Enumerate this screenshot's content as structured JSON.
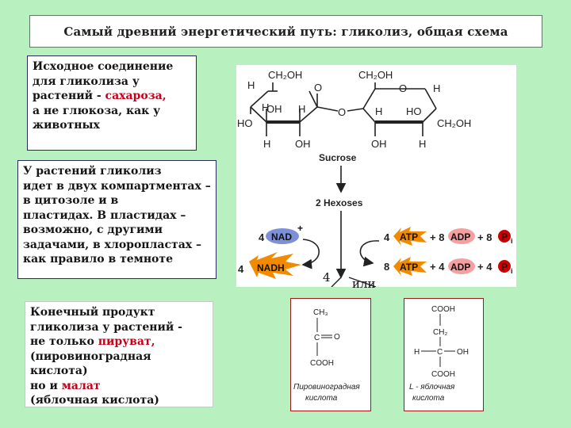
{
  "title": "Самый древний энергетический путь: гликолиз,  общая схема",
  "note1": {
    "line1": "Исходное соединение",
    "line2": "для гликолиза  у",
    "line3_pre": "растений - ",
    "line3_hl": "сахароза,",
    "line4": "а не глюкоза, как у",
    "line5": "животных"
  },
  "note2": {
    "lines": [
      "У растений гликолиз",
      "идет в двух компартментах –",
      "в цитозоле и в",
      "пластидах. В пластидах –",
      "возможно, с другими",
      "задачами, в хлоропластах –",
      "как правило в темноте"
    ]
  },
  "note3": {
    "line1": "Конечный продукт",
    "line2": "гликолиза у растений -",
    "line3_pre": "не только ",
    "line3_hl": "пируват,",
    "line4": "(пировиноградная кислота)",
    "line5_pre": "но и ",
    "line5_hl": "малат",
    "line6": "(яблочная кислота)"
  },
  "scheme": {
    "ch2oh": "CH₂OH",
    "h": "H",
    "o": "O",
    "ho": "HO",
    "oh": "OH",
    "sucrose": "Sucrose",
    "hexoses": "2 Hexoses",
    "nad_coef": "4",
    "nad": "NAD",
    "nad_plus": "+",
    "nadh_coef": "4",
    "nadh": "NADH",
    "row1_atp_coef": "4",
    "atp": "ATP",
    "row1_adp_coef": "+ 8",
    "adp": "ADP",
    "row1_p_coef": "+ 8",
    "p": "P",
    "p_sub": "i",
    "row2_atp_coef": "8",
    "row2_adp_coef": "+ 4",
    "row2_p_coef": "+ 4"
  },
  "four": "4",
  "ili": "или",
  "pyruvate": {
    "ch3": "CH₃",
    "c": "C",
    "o": "O",
    "cooh": "COOH",
    "caption1": "Пировиноградная",
    "caption2": "кислота"
  },
  "malate": {
    "cooh_top": "COOH",
    "ch2": "CH₂",
    "h": "H",
    "c": "C",
    "oh": "OH",
    "cooh_bottom": "COOH",
    "caption1": "L - яблочная",
    "caption2": "кислота"
  },
  "colors": {
    "background": "#b9f0c0",
    "highlight": "#c4001a",
    "atp_orange": "#f28a00",
    "nad_blue": "#7d8fd6",
    "p_red": "#d10000"
  }
}
